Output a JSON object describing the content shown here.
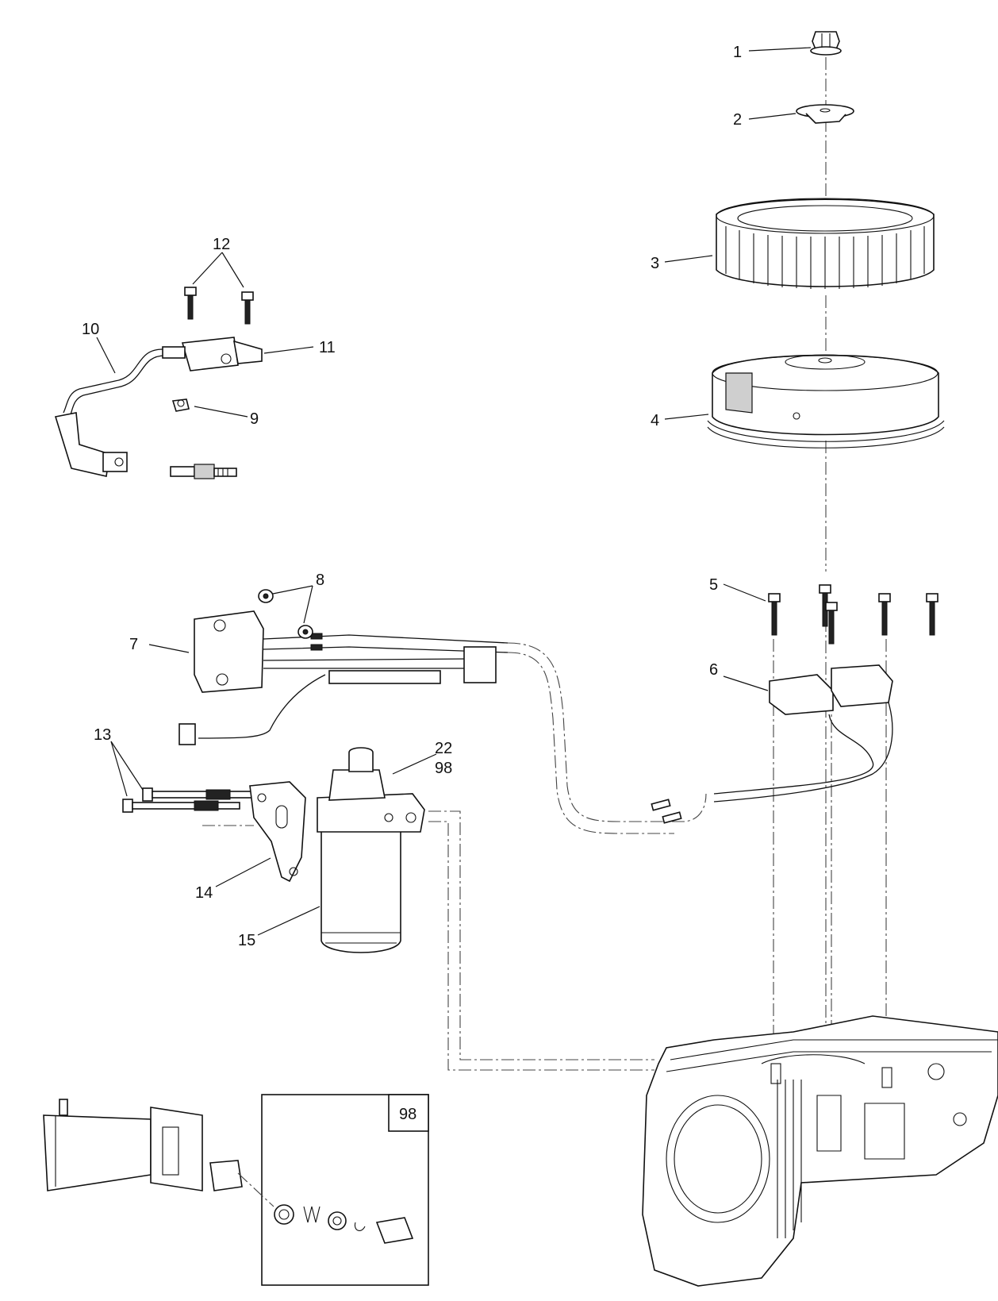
{
  "callouts": {
    "c1": "1",
    "c2": "2",
    "c3": "3",
    "c4": "4",
    "c5": "5",
    "c6": "6",
    "c7": "7",
    "c8": "8",
    "c9": "9",
    "c10": "10",
    "c11": "11",
    "c12": "12",
    "c13": "13",
    "c14": "14",
    "c15": "15",
    "c22": "22",
    "c98a": "98"
  },
  "inset": {
    "label": "98"
  }
}
